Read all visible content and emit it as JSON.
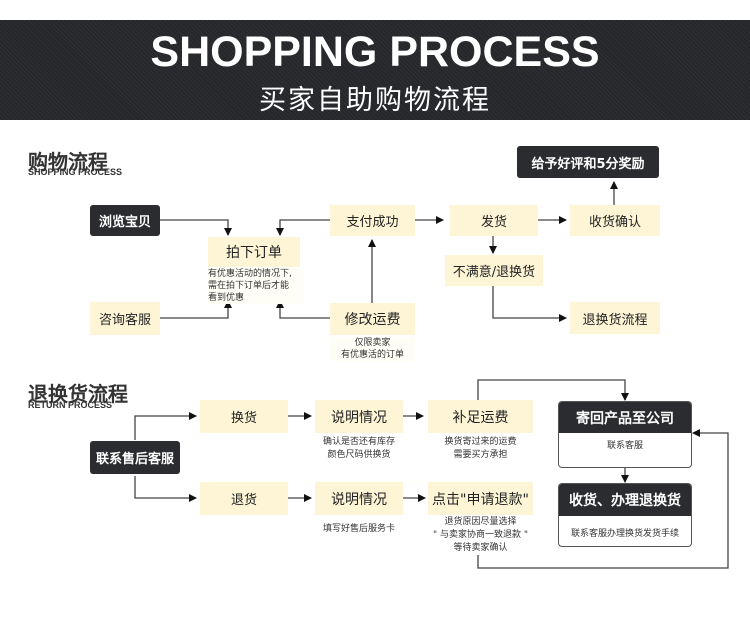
{
  "header": {
    "title": "SHOPPING PROCESS",
    "subtitle": "买家自助购物流程"
  },
  "shopping": {
    "title": "购物流程",
    "subtitle": "SHOPPING PROCESS",
    "browse": "浏览宝贝",
    "consult": "咨询客服",
    "order": "拍下订单",
    "order_note": [
      "有优惠活动的情况下,",
      "需在拍下订单后才能",
      "看到优惠"
    ],
    "paid": "支付成功",
    "modify_fee": "修改运费",
    "modify_note": [
      "仅限卖家",
      "有优惠活的订单"
    ],
    "ship": "发货",
    "unsatisfied": "不满意/退换货",
    "confirm": "收货确认",
    "review": "给予好评和5分奖励",
    "return_flow": "退换货流程"
  },
  "returns": {
    "title": "退换货流程",
    "subtitle": "RETURN PROCESS",
    "contact": "联系售后客服",
    "exchange": "换货",
    "refund": "退货",
    "explain1": "说明情况",
    "explain1_note": [
      "确认是否还有库存",
      "颜色尺码供换货"
    ],
    "explain2": "说明情况",
    "explain2_note": [
      "填写好售后服务卡"
    ],
    "pay_fee": "补足运费",
    "pay_fee_note": [
      "换货寄过来的运费",
      "需要买方承担"
    ],
    "apply_refund": "点击\"申请退款\"",
    "apply_note": [
      "退货原因尽量选择",
      "\" 与卖家协商一致退款 \"",
      "等待卖家确认"
    ],
    "send_back": "寄回产品至公司",
    "send_back_note": "联系客服",
    "receive": "收货、办理退换货",
    "receive_note": "联系客服办理换货发货手续"
  }
}
